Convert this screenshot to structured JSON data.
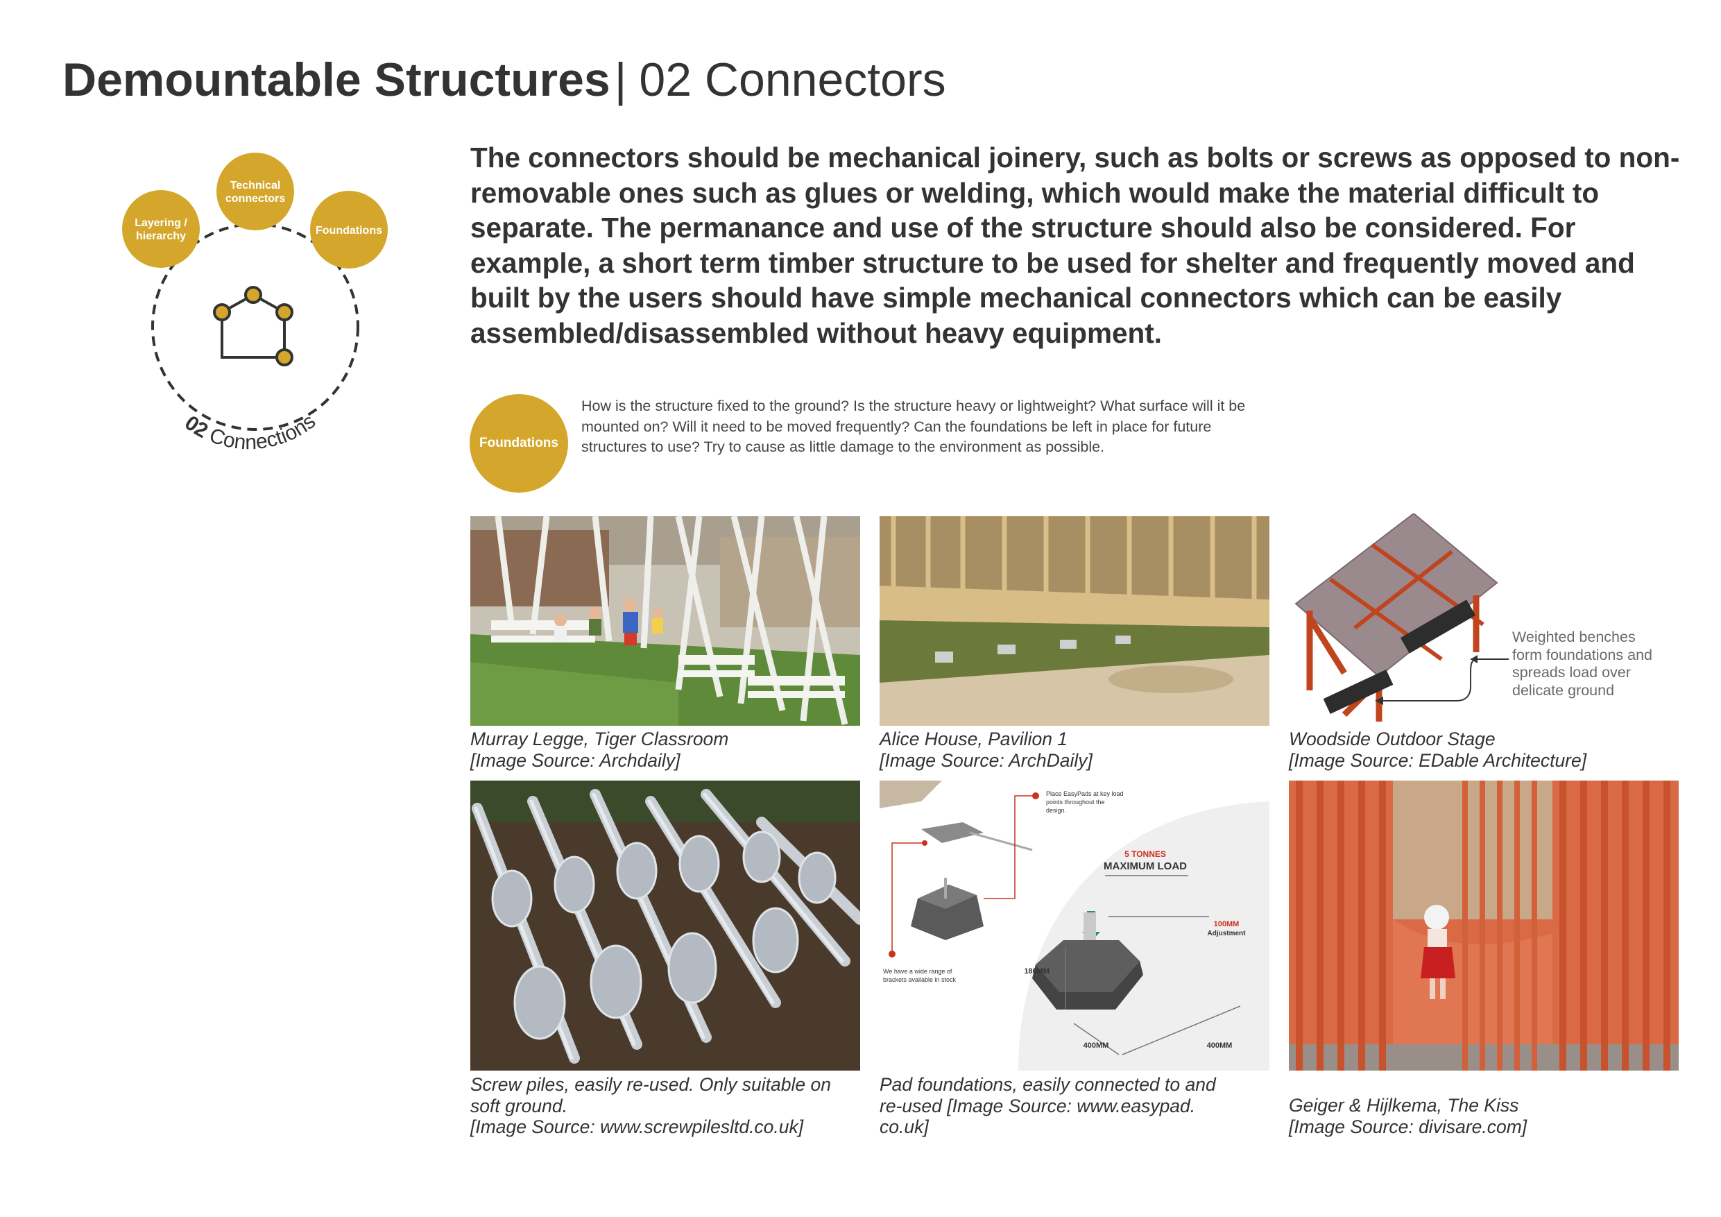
{
  "header": {
    "title_bold": "Demountable Structures",
    "separator": "|",
    "title_light": "02 Connectors"
  },
  "diagram": {
    "node_technical_line1": "Technical",
    "node_technical_line2": "connectors",
    "node_layering_line1": "Layering /",
    "node_layering_line2": "hierarchy",
    "node_foundations": "Foundations",
    "arc_number": "02",
    "arc_label": "Connections"
  },
  "intro": {
    "text": "The connectors should be mechanical joinery, such as bolts or screws as opposed to non-removable ones such as glues or welding, which would make the material difficult to separate. The permanance and use of the structure should also be considered. For example, a short term timber structure to be used for shelter and frequently moved and built by the users should have simple mechanical connectors which can be easily assembled/disassembled without heavy equipment."
  },
  "foundations": {
    "badge": "Foundations",
    "questions": "How is the structure fixed to the ground? Is the structure heavy or lightweight? What surface will it be mounted on? Will it need to be moved frequently? Can the foundations be left in place for future structures to use? Try to cause as little damage to the environment as possible."
  },
  "gallery": [
    {
      "line1": "Murray Legge, Tiger Classroom",
      "line2": "[Image Source: Archdaily]"
    },
    {
      "line1": "Alice House, Pavilion 1",
      "line2": "[Image Source: ArchDaily]"
    },
    {
      "line1": "Woodside Outdoor Stage",
      "line2": "[Image Source: EDable Architecture]"
    },
    {
      "line1": "Screw piles, easily re-used. Only suitable on",
      "line2": "soft ground.",
      "line3": "[Image Source: www.screwpilesltd.co.uk]"
    },
    {
      "line1": "Pad foundations, easily connected to and",
      "line2": "re-used [Image Source: www.easypad.",
      "line3": "co.uk]"
    },
    {
      "line1": "Geiger & Hijlkema, The Kiss",
      "line2": "[Image Source: divisare.com]"
    }
  ],
  "stage_annotation": {
    "line1": "Weighted benches",
    "line2": "form foundations and",
    "line3": "spreads load over",
    "line4": "delicate ground"
  },
  "easypad": {
    "note_top_1": "Place EasyPads at key load",
    "note_top_2": "points throughout the",
    "note_top_3": "design.",
    "load_value": "5 TONNES",
    "load_label": "MAXIMUM LOAD",
    "adjust_value": "100MM",
    "adjust_label": "Adjustment",
    "height": "180MM",
    "width_left": "400MM",
    "width_right": "400MM",
    "note_bottom_1": "We have a wide range of",
    "note_bottom_2": "brackets available in stock"
  },
  "colors": {
    "accent_gold": "#d4a72c",
    "text_dark": "#333333",
    "stage_frame": "#c0441e",
    "kiss_orange": "#d96a45"
  }
}
